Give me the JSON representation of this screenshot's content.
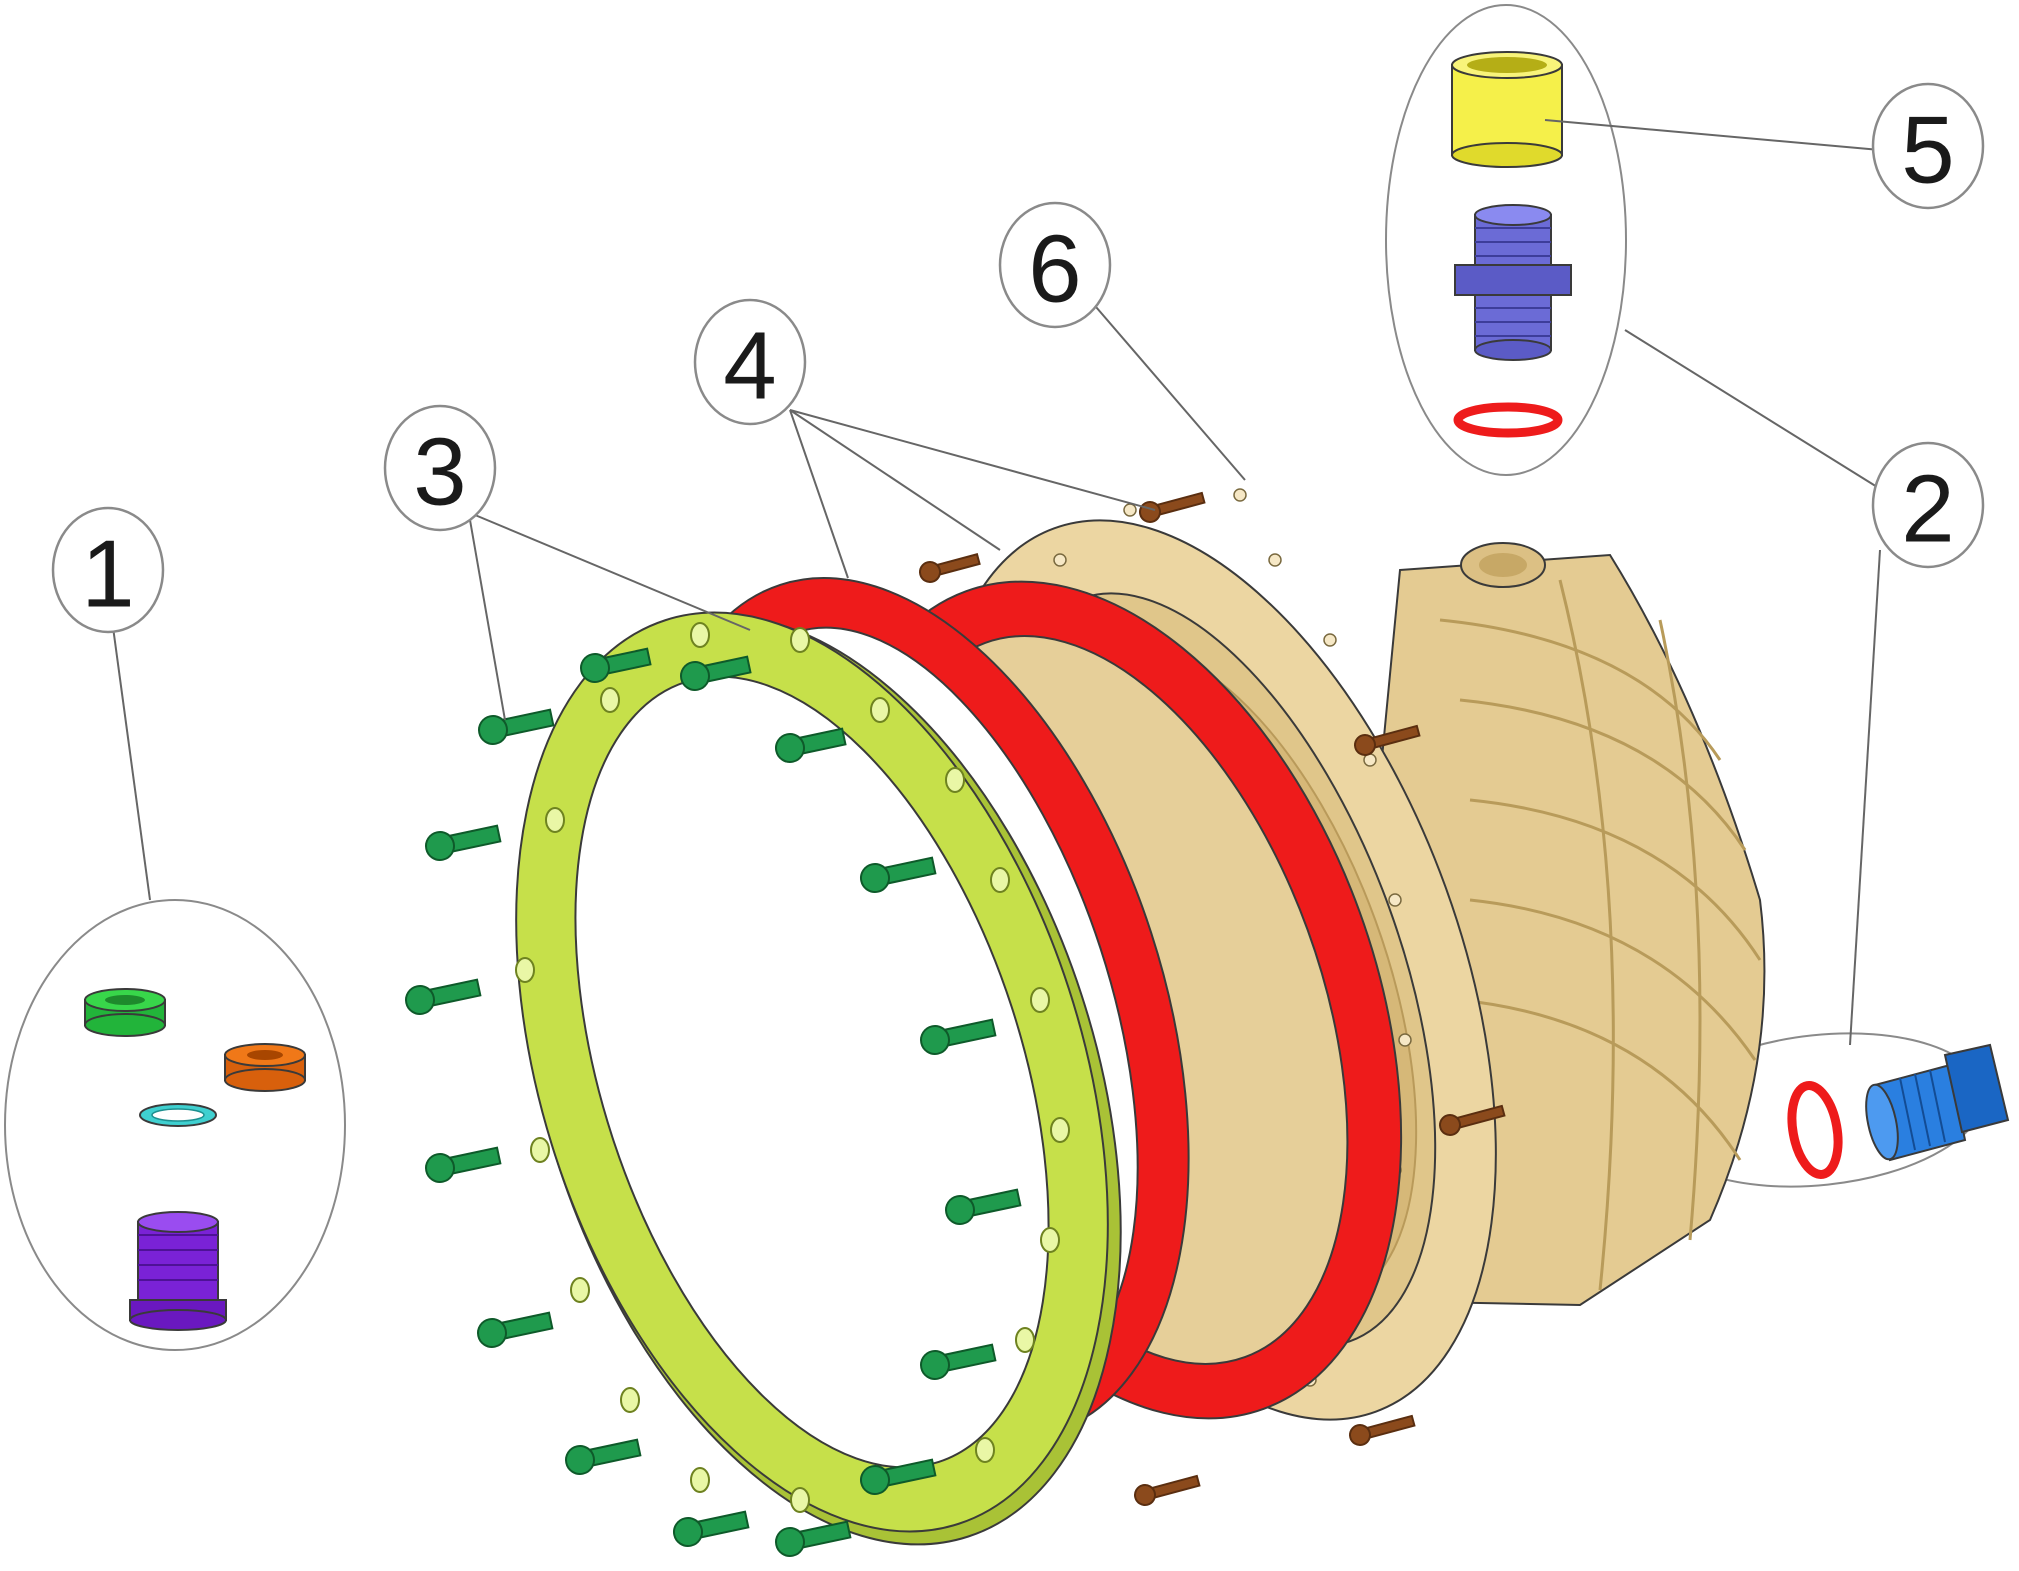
{
  "callouts": [
    {
      "id": "1",
      "label": "1"
    },
    {
      "id": "2",
      "label": "2"
    },
    {
      "id": "3",
      "label": "3"
    },
    {
      "id": "4",
      "label": "4"
    },
    {
      "id": "5",
      "label": "5"
    },
    {
      "id": "6",
      "label": "6"
    }
  ],
  "colors": {
    "housing": "#ecd6a2",
    "housing_shade": "#d9bd80",
    "gasket": "#ee1b1b",
    "flange_ring": "#c6e04a",
    "screw_green": "#1f9a4d",
    "screw_brown": "#8b4a1c",
    "nut_yellow": "#f5f04a",
    "fitting_blue": "#2a7fe0",
    "fitting_violet": "#6b6bd6",
    "fitting_purple": "#7a22d6",
    "ring_green": "#38d64a",
    "ring_orange": "#f07818",
    "washer_cyan": "#3fd0d0"
  }
}
